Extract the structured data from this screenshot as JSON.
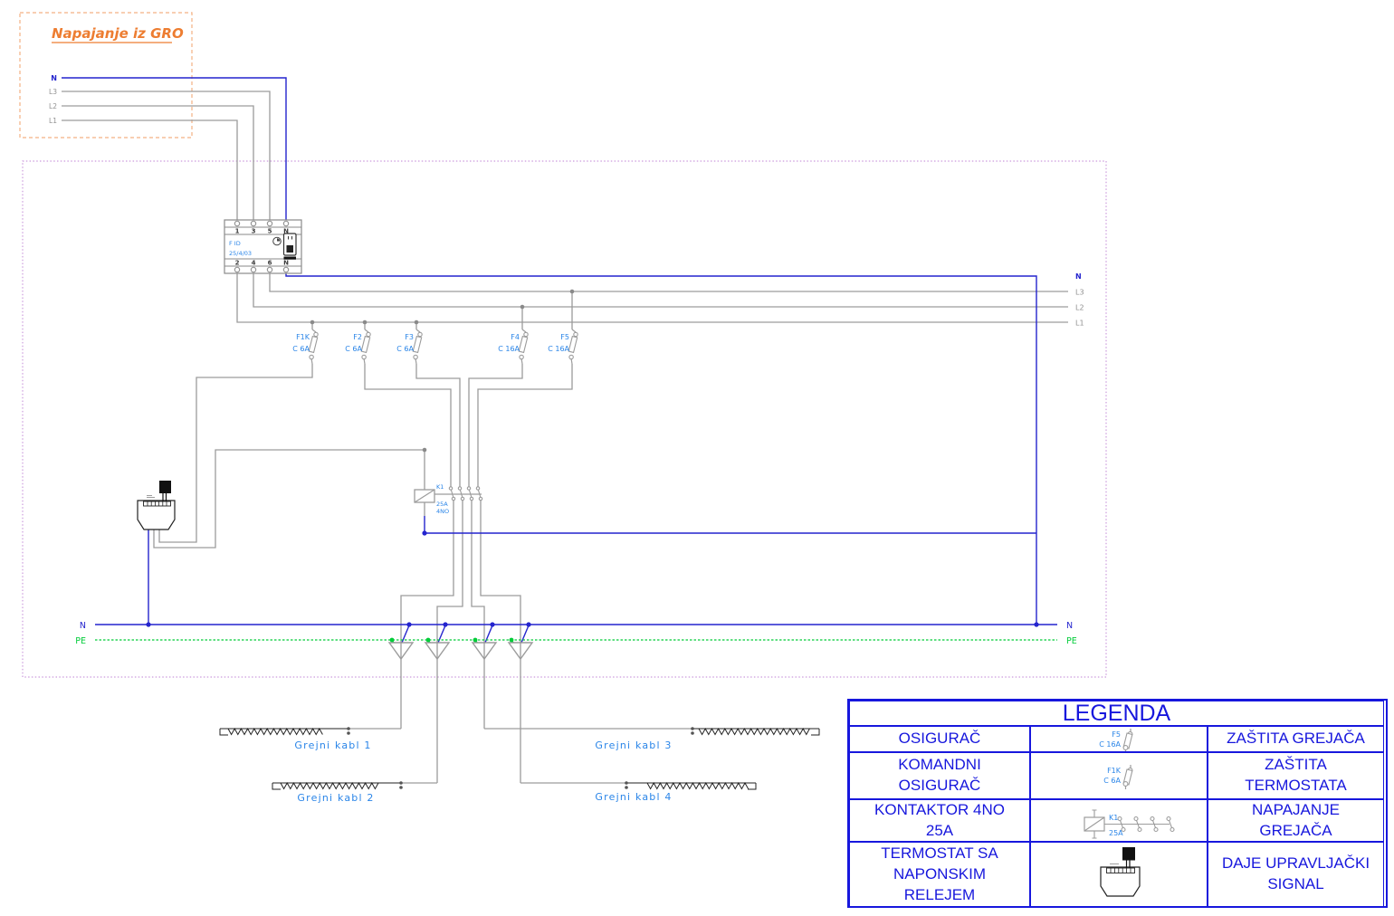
{
  "gro": {
    "title": "Napajanje iz GRO",
    "labels": [
      "N",
      "L3",
      "L2",
      "L1"
    ]
  },
  "fid": {
    "name": "F ID",
    "rating": "25/4/03",
    "top_terminals": [
      "1",
      "3",
      "5",
      "N"
    ],
    "bottom_terminals": [
      "2",
      "4",
      "6",
      "N"
    ]
  },
  "rails": {
    "n": "N",
    "l3": "L3",
    "l2": "L2",
    "l1": "L1"
  },
  "bus": {
    "n": "N",
    "pe": "PE"
  },
  "fuses": [
    {
      "name": "F1K",
      "rating": "C 6A"
    },
    {
      "name": "F2",
      "rating": "C 6A"
    },
    {
      "name": "F3",
      "rating": "C 6A"
    },
    {
      "name": "F4",
      "rating": "C 16A"
    },
    {
      "name": "F5",
      "rating": "C 16A"
    }
  ],
  "contactor": {
    "name": "K1",
    "rating": "25A",
    "contacts": "4NO"
  },
  "cables": [
    "Grejni kabl 1",
    "Grejni kabl 2",
    "Grejni kabl 3",
    "Grejni kabl 4"
  ],
  "legend": {
    "title": "LEGENDA",
    "rows": [
      {
        "left": "OSIGURAČ",
        "symbol": {
          "name": "F5",
          "rating": "C 16A"
        },
        "right": "ZAŠTITA GREJAČA"
      },
      {
        "left": "KOMANDNI\nOSIGURAČ",
        "symbol": {
          "name": "F1K",
          "rating": "C 6A"
        },
        "right": "ZAŠTITA\nTERMOSTATA"
      },
      {
        "left": "KONTAKTOR 4NO\n25A",
        "symbol": {
          "name": "K1",
          "rating": "25A"
        },
        "right": "NAPAJANJE\nGREJAČA"
      },
      {
        "left": "TERMOSTAT SA\nNAPONSKIM\nRELEJEM",
        "symbol": {
          "name": "",
          "rating": ""
        },
        "right": "DAJE UPRAVLJAČKI\nSIGNAL"
      }
    ]
  },
  "colors": {
    "wire_gray": "#9c9c9c",
    "wire_blue": "#2424ce",
    "pe_green": "#00cc38",
    "component_label_blue": "#2a85e8",
    "legend_blue": "#1717dd",
    "gro_orange": "#ed7d31",
    "gro_border": "#f4b183",
    "panel_border": "#cc9bdd"
  }
}
